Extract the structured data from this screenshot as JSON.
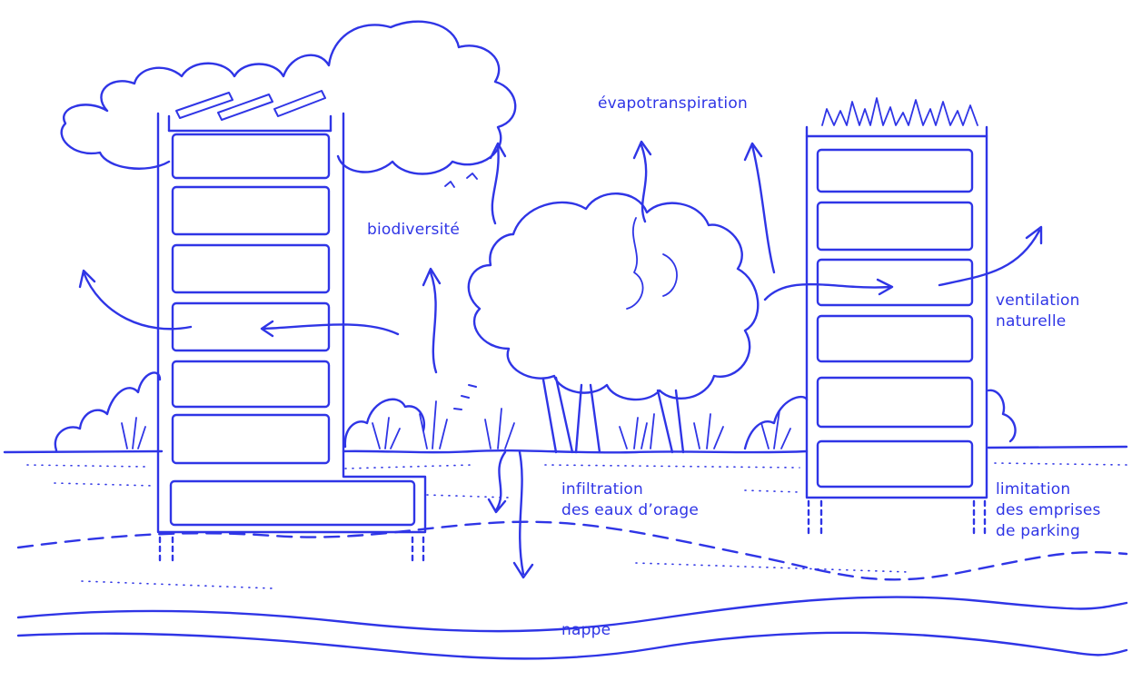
{
  "colors": {
    "ink": "#2f35e6",
    "background": "#ffffff"
  },
  "labels": {
    "evapotranspiration": "évapotranspiration",
    "biodiversite": "biodiversité",
    "ventilation_line1": "ventilation",
    "ventilation_line2": "naturelle",
    "infiltration_line1": "infiltration",
    "infiltration_line2": "des eaux d’orage",
    "limitation_line1": "limitation",
    "limitation_line2": "des emprises",
    "limitation_line3": "de parking",
    "nappe": "nappe"
  }
}
